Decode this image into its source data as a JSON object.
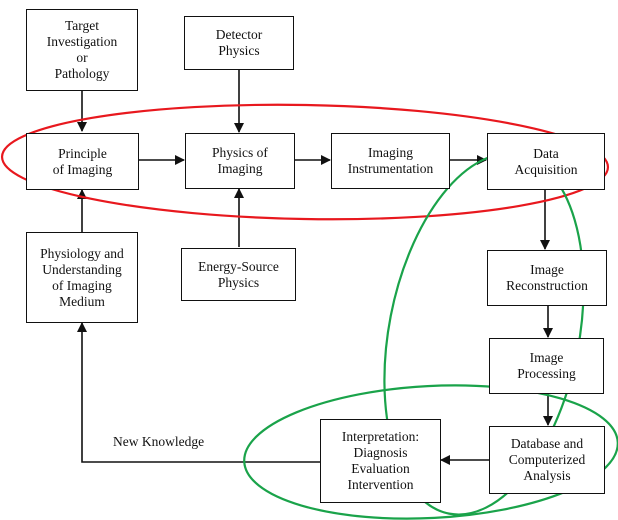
{
  "nodes": {
    "target": [
      "Target",
      "Investigation",
      "or",
      "Pathology"
    ],
    "detector": [
      "Detector",
      "Physics"
    ],
    "principle": [
      "Principle",
      "of Imaging"
    ],
    "physics_imaging": [
      "Physics of",
      "Imaging"
    ],
    "instrumentation": [
      "Imaging",
      "Instrumentation"
    ],
    "acquisition": [
      "Data",
      "Acquisition"
    ],
    "physiology": [
      "Physiology and",
      "Understanding",
      "of Imaging",
      "Medium"
    ],
    "energy": [
      "Energy-Source",
      "Physics"
    ],
    "reconstruction": [
      "Image",
      "Reconstruction"
    ],
    "processing": [
      "Image",
      "Processing"
    ],
    "database": [
      "Database and",
      "Computerized",
      "Analysis"
    ],
    "interpretation": [
      "Interpretation:",
      "Diagnosis",
      "Evaluation",
      "Intervention"
    ]
  },
  "labels": {
    "new_knowledge": "New Knowledge"
  },
  "colors": {
    "line": "#111111",
    "red_ellipse": "#e8181e",
    "green_ellipse": "#1aa34a"
  }
}
